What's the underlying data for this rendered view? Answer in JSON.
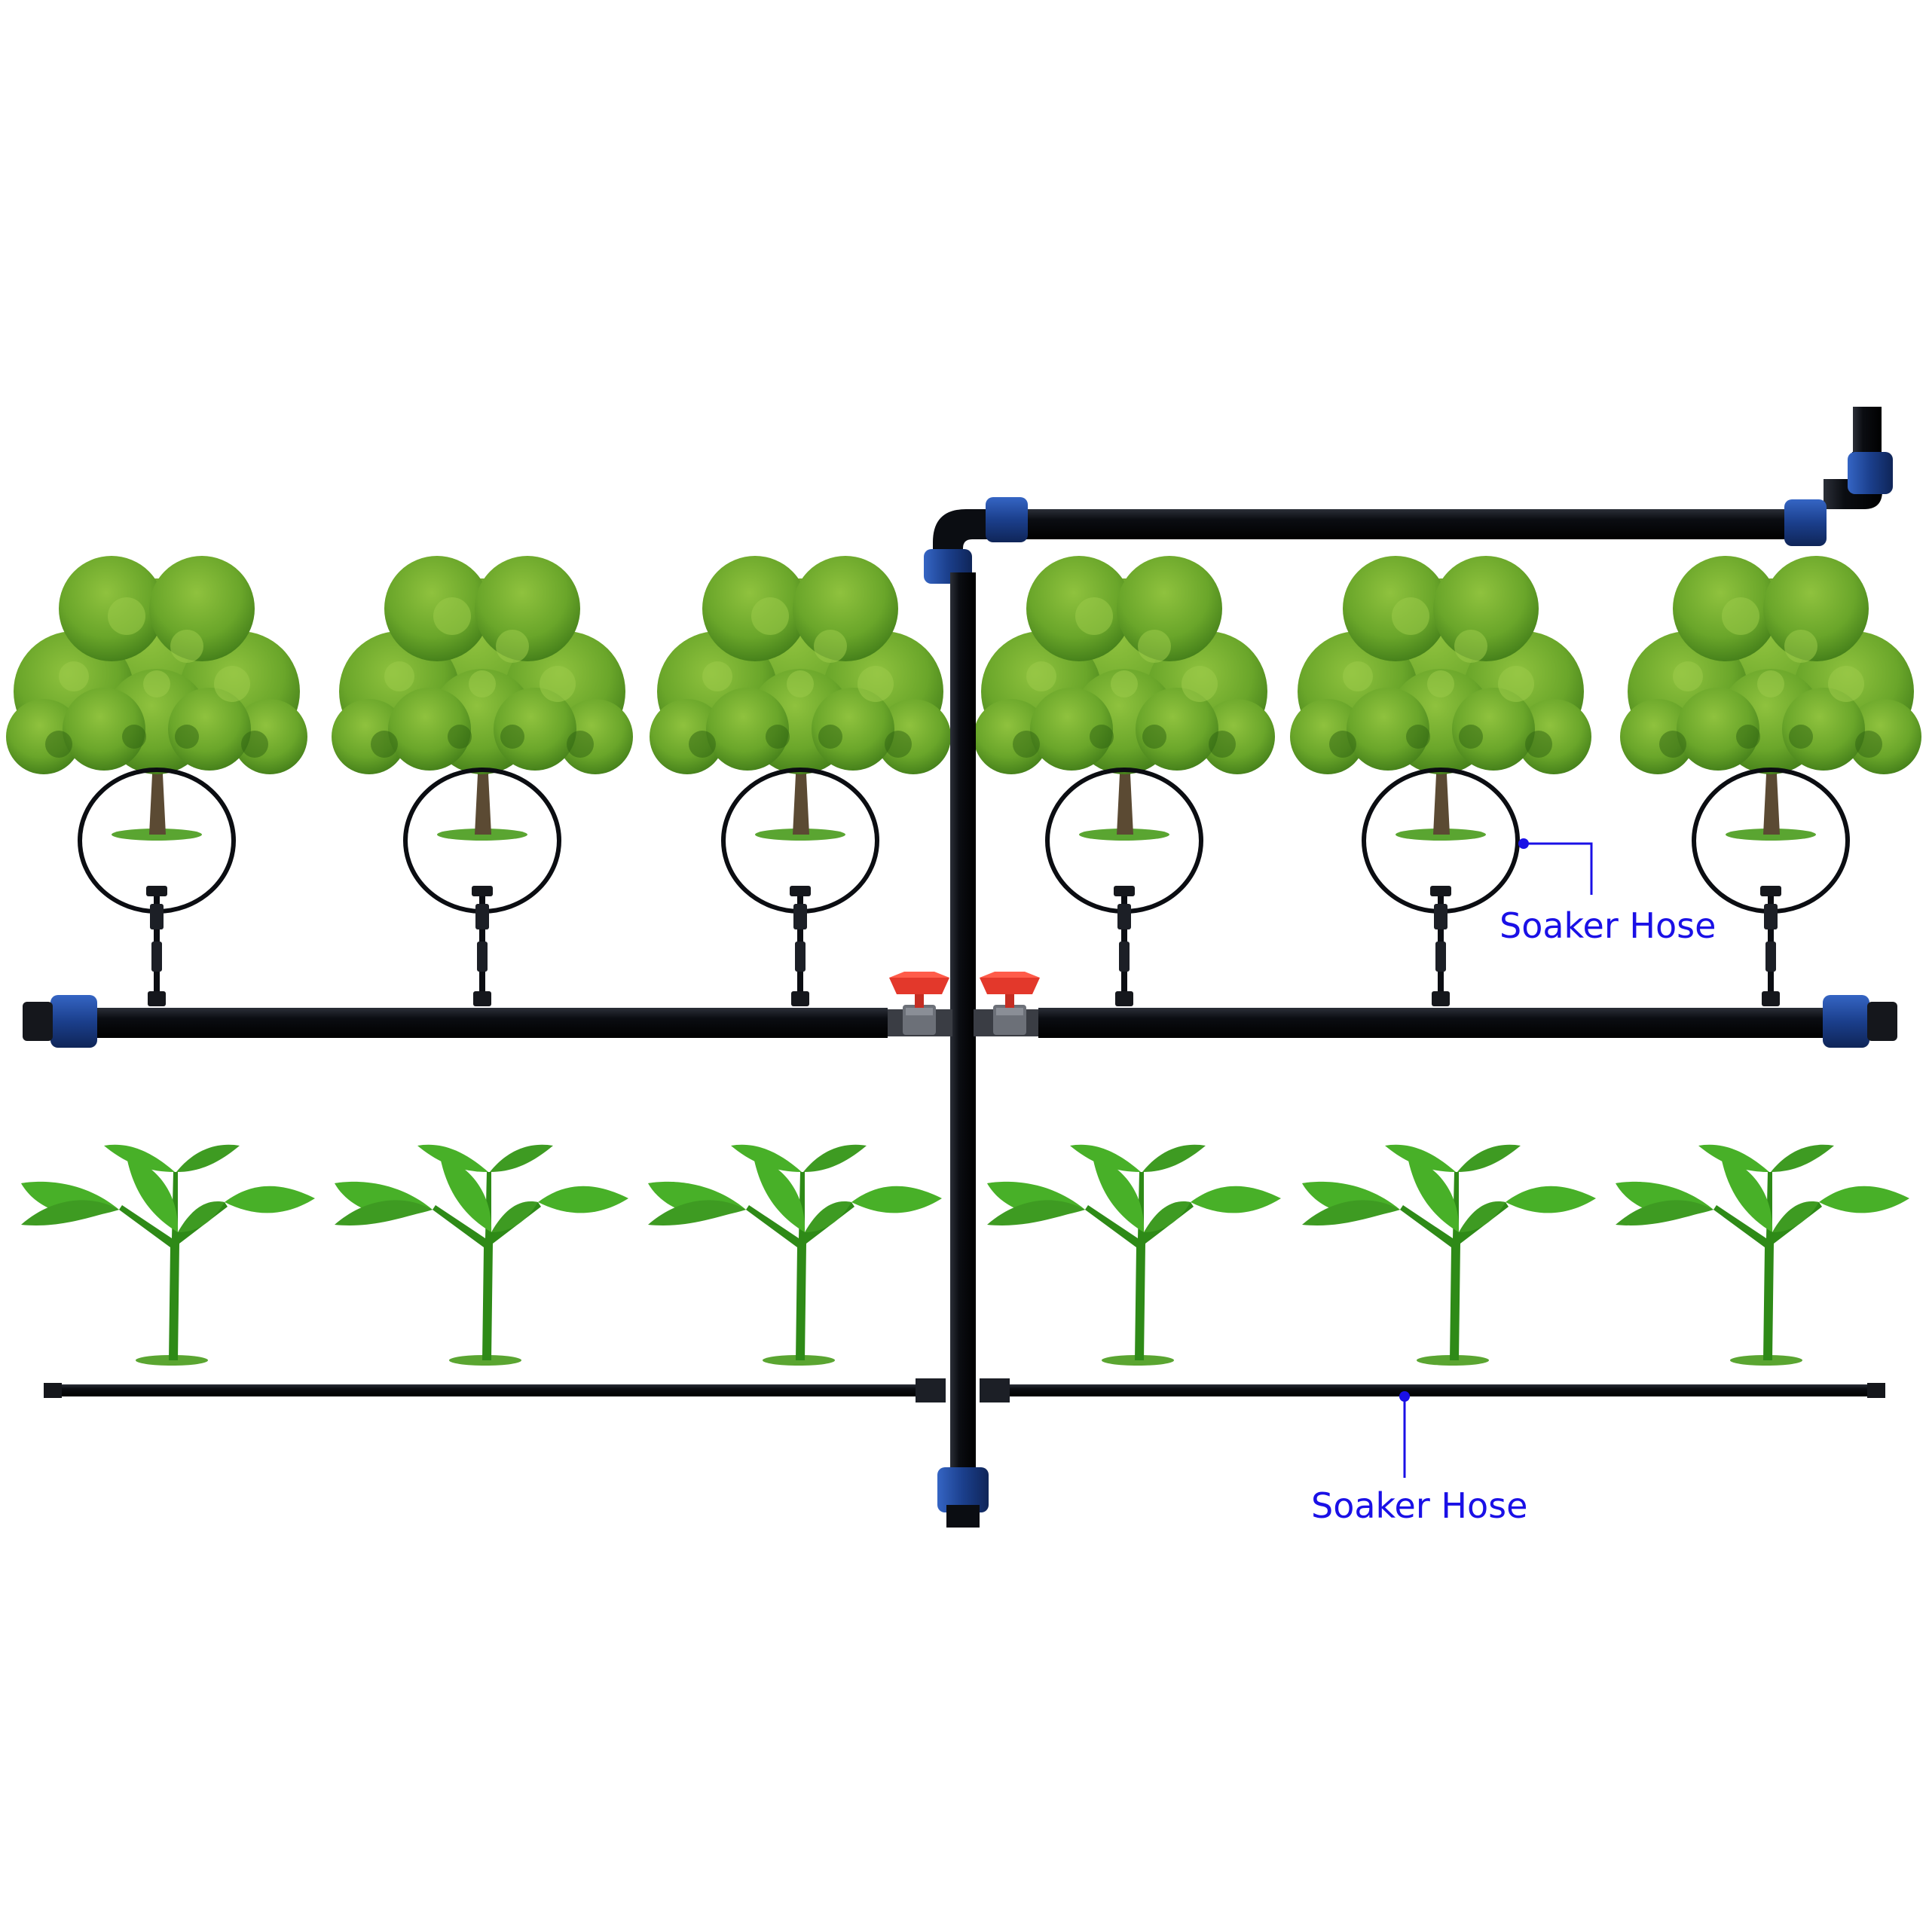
{
  "colors": {
    "pipe": "#0b0d12",
    "pipe_edge": "#2a2e36",
    "coupling": "#1b3f8c",
    "coupling_light": "#3565c4",
    "valve": "#e3382b",
    "leaf": "#6aa62a",
    "leaf_dark": "#3f7a18",
    "leaf_light": "#8fc23e",
    "trunk": "#5b4a33",
    "seedling": "#48b028",
    "seedling_dark": "#2e8a17",
    "ground": "#5aa531",
    "callout": "#1a10e6"
  },
  "icons": {
    "tree": "tree-icon",
    "seedling": "seedling-icon",
    "valve": "ball-valve-icon",
    "coupling": "pipe-coupling-icon"
  },
  "callouts": [
    {
      "id": "upper",
      "text": "Soaker Hose"
    },
    {
      "id": "lower",
      "text": "Soaker Hose"
    }
  ]
}
